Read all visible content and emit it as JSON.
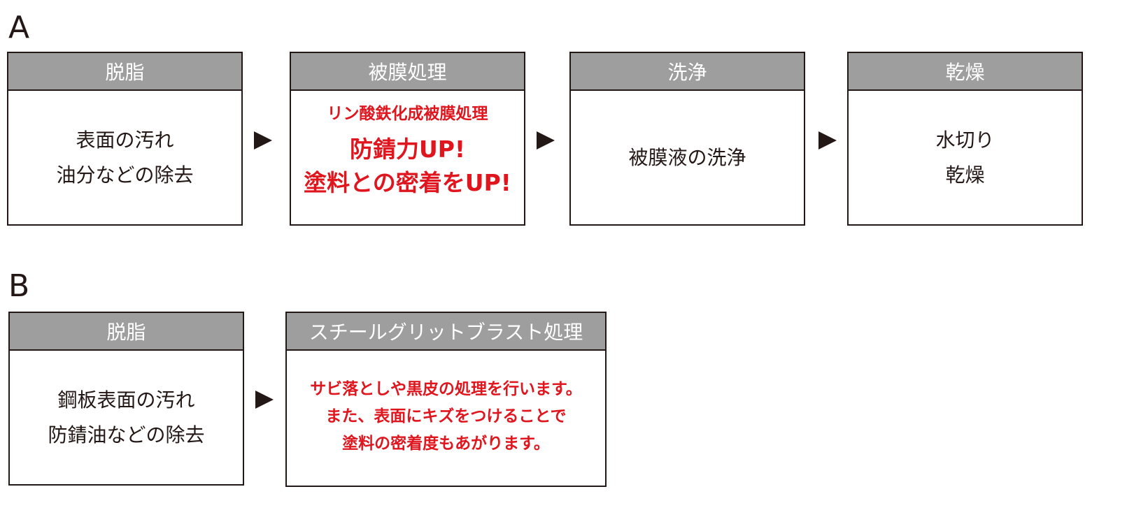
{
  "colors": {
    "header_bg": "#9e9e9e",
    "header_text": "#ffffff",
    "border": "#231815",
    "text": "#231815",
    "accent_red": "#e0161f"
  },
  "section_a": {
    "label": "A",
    "steps": [
      {
        "header": "脱脂",
        "lines": [
          "表面の汚れ",
          "油分などの除去"
        ]
      },
      {
        "header": "被膜処理",
        "subtitle": "リン酸鉄化成被膜処理",
        "highlight": [
          "防錆力UP!",
          "塗料との密着をUP!"
        ]
      },
      {
        "header": "洗浄",
        "lines": [
          "被膜液の洗浄"
        ]
      },
      {
        "header": "乾燥",
        "lines": [
          "水切り",
          "乾燥"
        ]
      }
    ]
  },
  "section_b": {
    "label": "B",
    "steps": [
      {
        "header": "脱脂",
        "lines": [
          "鋼板表面の汚れ",
          "防錆油などの除去"
        ]
      },
      {
        "header": "スチールグリットブラスト処理",
        "highlight": [
          "サビ落としや黒皮の処理を行います。",
          "また、表面にキズをつけることで",
          "塗料の密着度もあがります。"
        ]
      }
    ]
  }
}
